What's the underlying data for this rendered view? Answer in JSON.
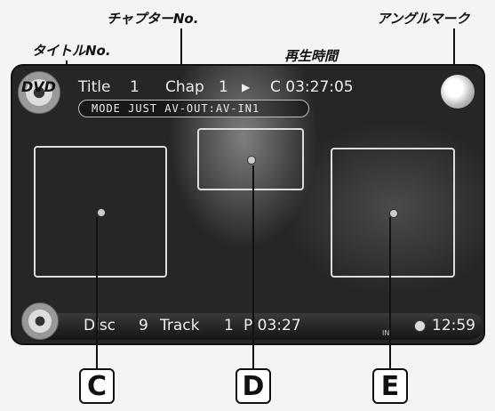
{
  "labels": {
    "chapter_no": "チャプターNo.",
    "angle_mark": "アングルマーク",
    "title_no": "タイトルNo.",
    "playback_time": "再生時間"
  },
  "top_bar": {
    "title_label": "Title",
    "title_value": "1",
    "chap_label": "Chap",
    "chap_value": "1",
    "play_glyph": "▶",
    "time": "C 03:27:05",
    "dvd_logo": "DVD"
  },
  "mode_bar": {
    "text": "MODE  JUST  AV-OUT:AV-IN1"
  },
  "bottom_bar": {
    "disc_label": "Disc",
    "disc_value": "9",
    "track_label": "Track",
    "track_value": "1",
    "position": "P 03:27",
    "clock": "12:59",
    "in_badge": "IN"
  },
  "callouts": {
    "c": "C",
    "d": "D",
    "e": "E"
  }
}
